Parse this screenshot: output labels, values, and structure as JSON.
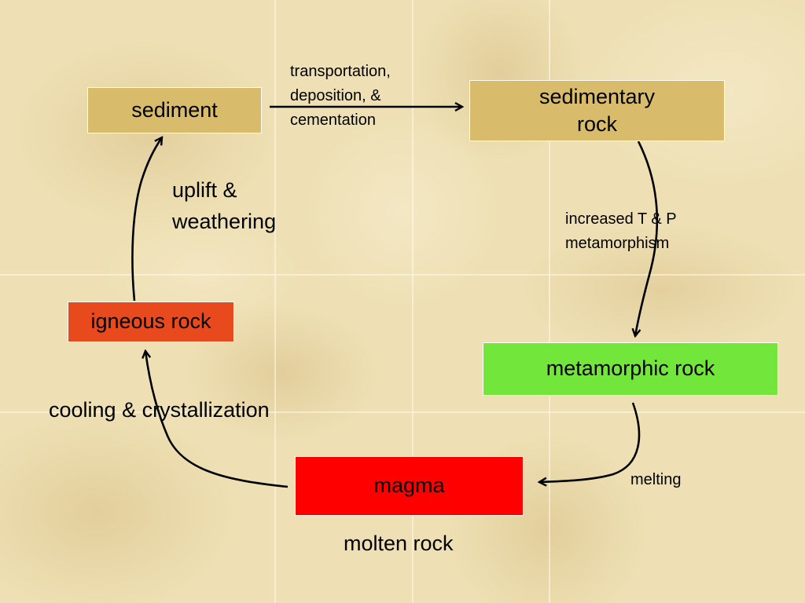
{
  "colors": {
    "background": "#eee0b4",
    "tan_box": "#d8bc6c",
    "igneous_box": "#e84a1e",
    "metamorphic_box": "#72e63a",
    "magma_box": "#ff0000",
    "arrow": "#000000"
  },
  "nodes": {
    "sediment": "sediment",
    "sedimentary_rock": [
      "sedimentary",
      "rock"
    ],
    "metamorphic_rock": "metamorphic rock",
    "magma": "magma",
    "igneous_rock": "igneous rock"
  },
  "edges": {
    "sediment_to_sedimentary": [
      "transportation,",
      "deposition, &",
      "cementation"
    ],
    "sedimentary_to_metamorphic": [
      "increased T & P",
      "metamorphism"
    ],
    "metamorphic_to_magma": "melting",
    "magma_to_igneous": "cooling & crystallization",
    "igneous_to_sediment": [
      "uplift &",
      "weathering"
    ]
  },
  "magma_caption": "molten rock"
}
